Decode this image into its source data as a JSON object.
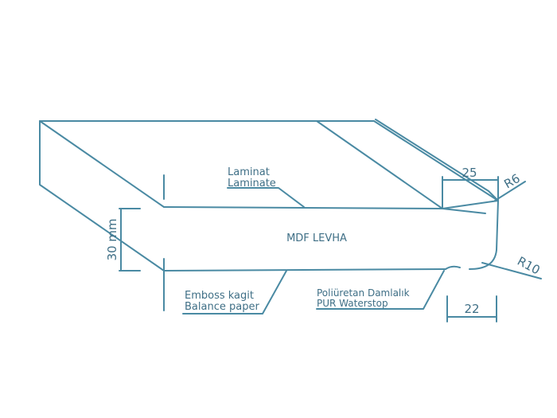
{
  "colors": {
    "stroke": "#4a8aa3",
    "text": "#3f6f86",
    "background": "#ffffff"
  },
  "labels": {
    "laminate_tr": "Laminat",
    "laminate_en": "Laminate",
    "core_label": "MDF LEVHA",
    "balance_tr": "Emboss kagit",
    "balance_en": "Balance paper",
    "pur_tr": "Poliüretan Damlalık",
    "pur_en": "PUR Waterstop"
  },
  "dimensions": {
    "thickness": "30 mm",
    "top_width": "25",
    "bottom_width": "22",
    "top_radius": "R6",
    "bottom_radius": "R10"
  }
}
